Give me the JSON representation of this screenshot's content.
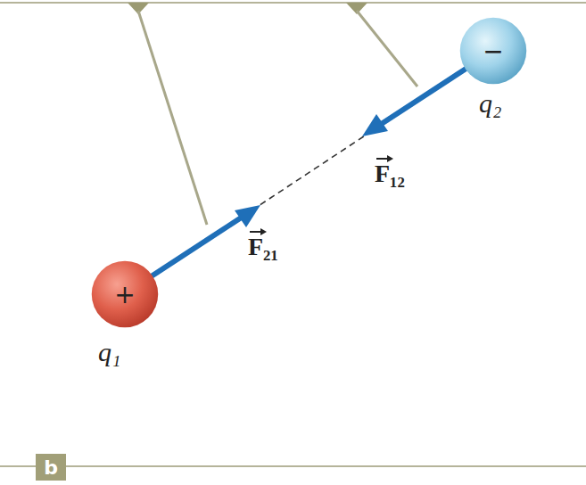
{
  "diagram": {
    "nodes": [
      {
        "text": [
          "+",
          "q₁"
        ]
      },
      {
        "text": [
          "−",
          "q₂"
        ]
      },
      {
        "text": [
          "b"
        ]
      }
    ],
    "edges": [
      {
        "from": 0,
        "to": 1,
        "arrow": "none"
      }
    ],
    "labels": [
      "F₂₁",
      "F₁₂"
    ]
  }
}
